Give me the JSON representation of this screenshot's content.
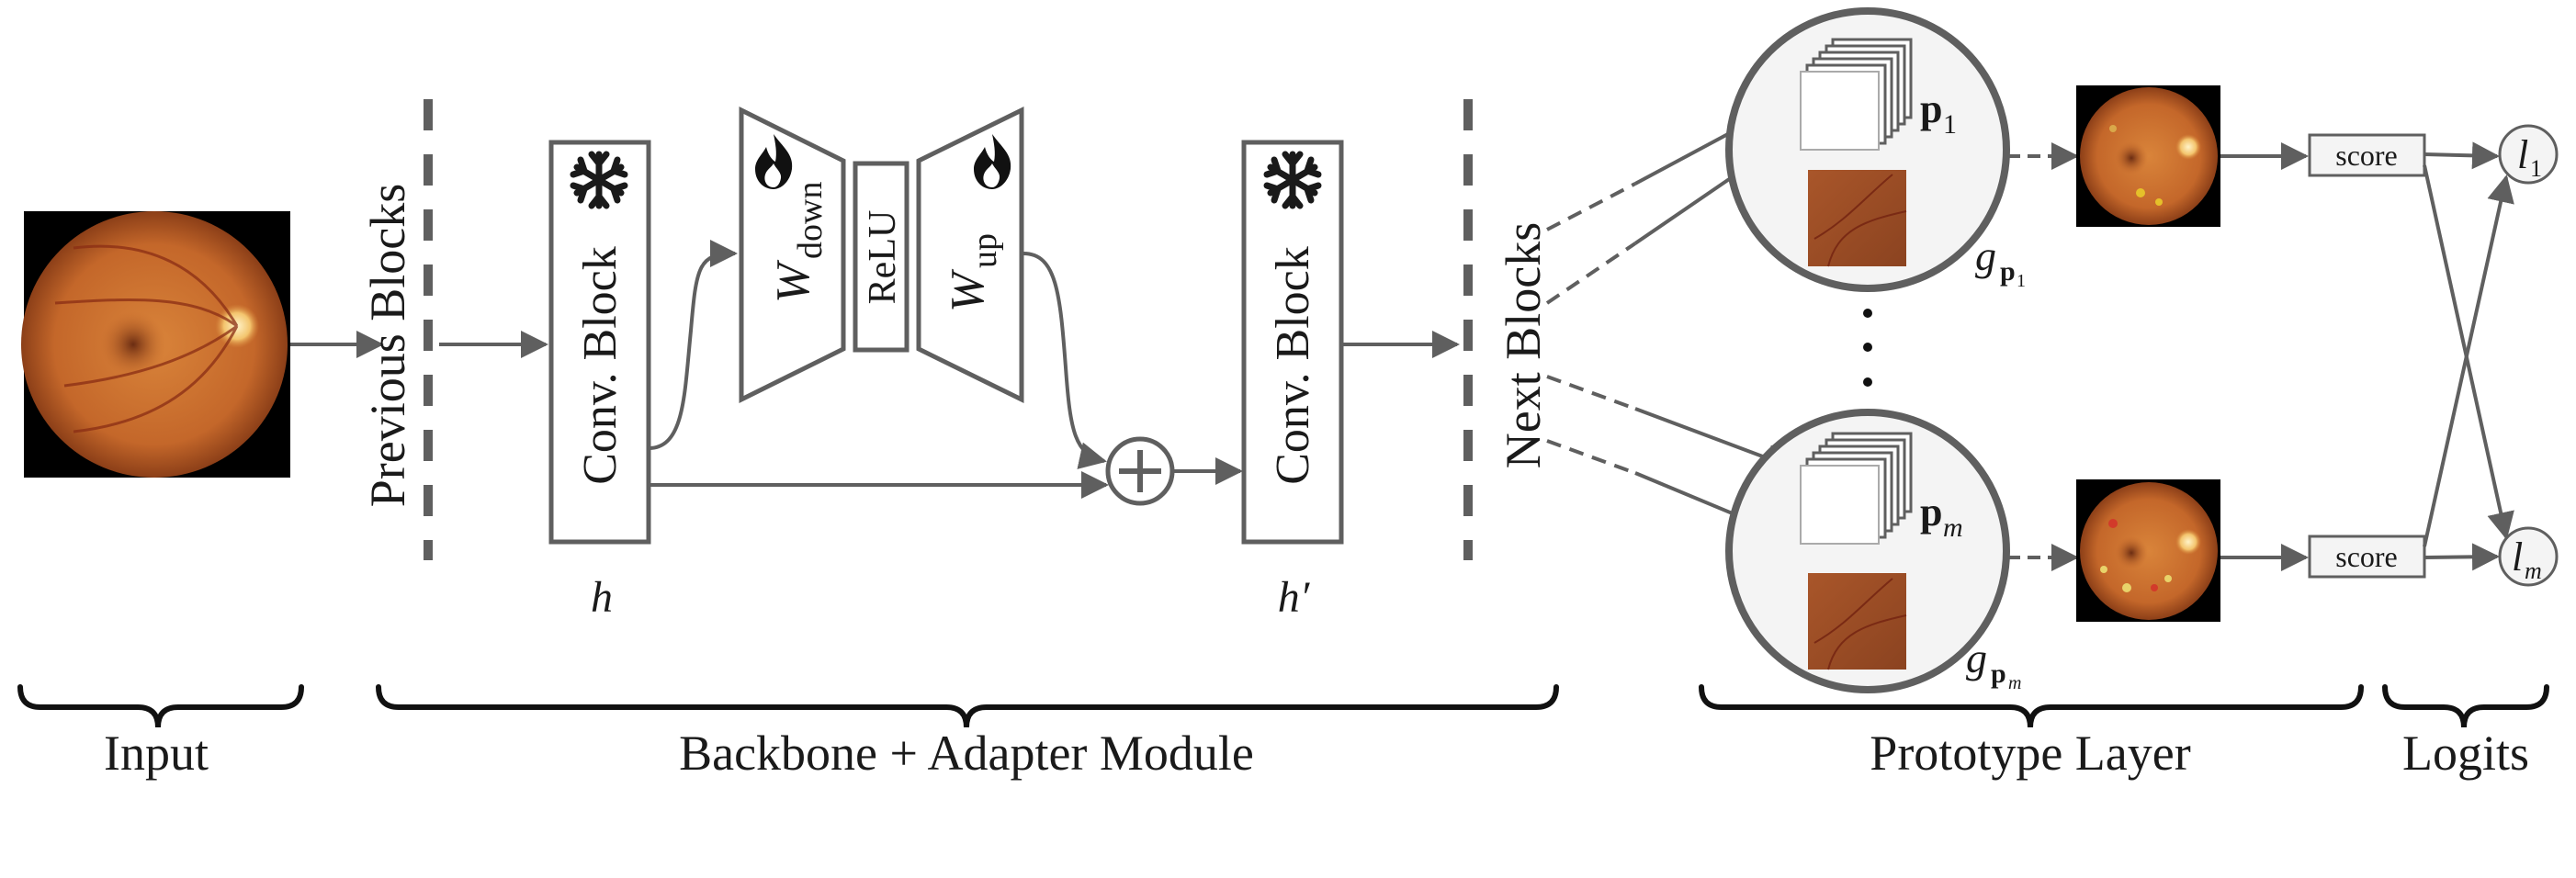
{
  "labels": {
    "previous_blocks": "Previous Blocks",
    "next_blocks": "Next Blocks",
    "conv_block": "Conv. Block",
    "relu": "ReLU",
    "w": "W",
    "down": "down",
    "up": "up",
    "h": "h",
    "h_prime": "h′",
    "p": "p",
    "sub_1": "1",
    "sub_m": "m",
    "g": "g",
    "score": "score",
    "l": "l",
    "dots": "⋮"
  },
  "sections": {
    "input": "Input",
    "backbone": "Backbone + Adapter Module",
    "prototype": "Prototype Layer",
    "logits": "Logits"
  },
  "icons": {
    "frozen": "snowflake-icon",
    "trainable": "flame-icon"
  },
  "colors": {
    "stroke": "#5f5f5f",
    "retina": "#c46a2a",
    "patch": "#9a4c23"
  }
}
